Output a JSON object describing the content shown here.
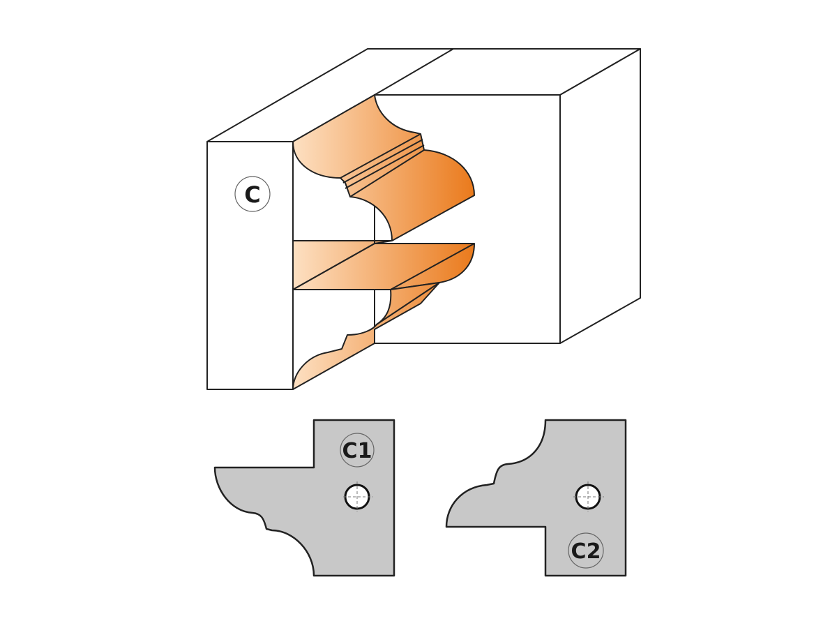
{
  "diagram": {
    "block_label": "C",
    "knife_left_label": "C1",
    "knife_right_label": "C2"
  },
  "colors": {
    "orange_dark": "#ea7a1c",
    "orange_light": "#fcd9b6",
    "knife_gray": "#c8c8c8",
    "outline": "#222222"
  }
}
